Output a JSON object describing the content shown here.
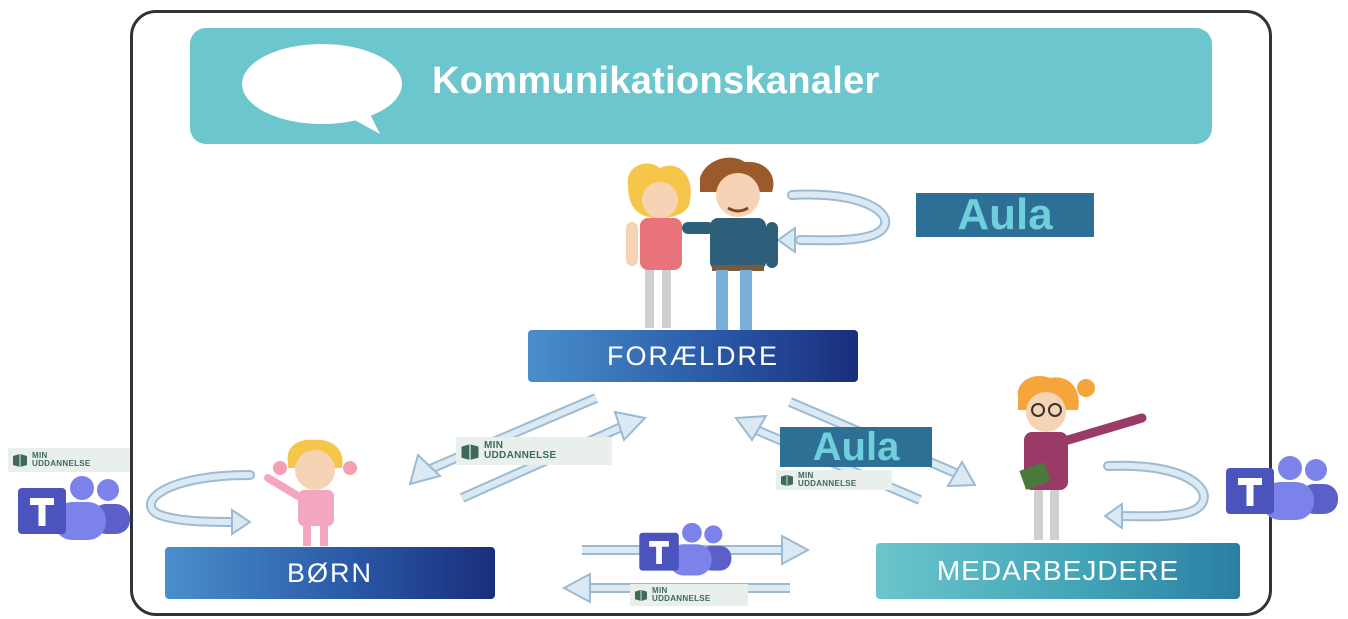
{
  "header": {
    "title": "Kommunikationskanaler"
  },
  "nodes": {
    "foraeldre": "FORÆLDRE",
    "born": "BØRN",
    "medarbejdere": "MEDARBEJDERE"
  },
  "channels": {
    "aula_top": "Aula",
    "aula_mid": "Aula",
    "min_uddannelse": {
      "line1": "MIN",
      "line2": "UDDANNELSE"
    }
  },
  "colors": {
    "header_bg": "#6cc6cd",
    "aula_bg": "#2e6f95",
    "aula_text": "#6fd0dc",
    "teams": "#5b5fc7",
    "arrow_fill": "#dbe9f2",
    "arrow_stroke": "#9bbbd4"
  }
}
